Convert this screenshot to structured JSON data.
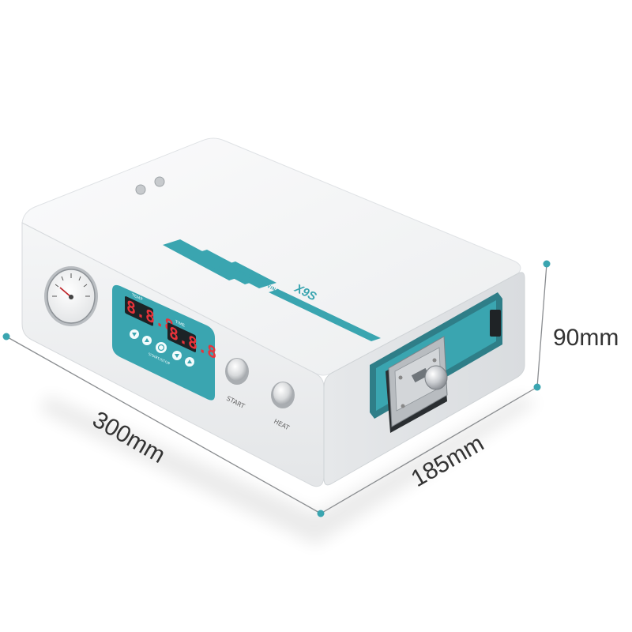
{
  "product": {
    "model": "X9S",
    "subtitle": "BUBBLE REMOVING MACHINE",
    "accent_color": "#3aa5b0",
    "body_color": "#f2f3f4"
  },
  "dimensions": {
    "length": "300mm",
    "depth": "185mm",
    "height": "90mm"
  },
  "control_panel": {
    "temp_label": "TEMP",
    "time_label": "TIME",
    "temp_display": "8.8.8",
    "time_display": "8.8.8",
    "start_stop_label": "START/STOP"
  },
  "buttons": {
    "start_label": "START",
    "heat_label": "HEAT"
  },
  "icons": [
    "pressure-gauge-icon",
    "power-icon",
    "down-arrow-icon",
    "up-arrow-icon"
  ]
}
